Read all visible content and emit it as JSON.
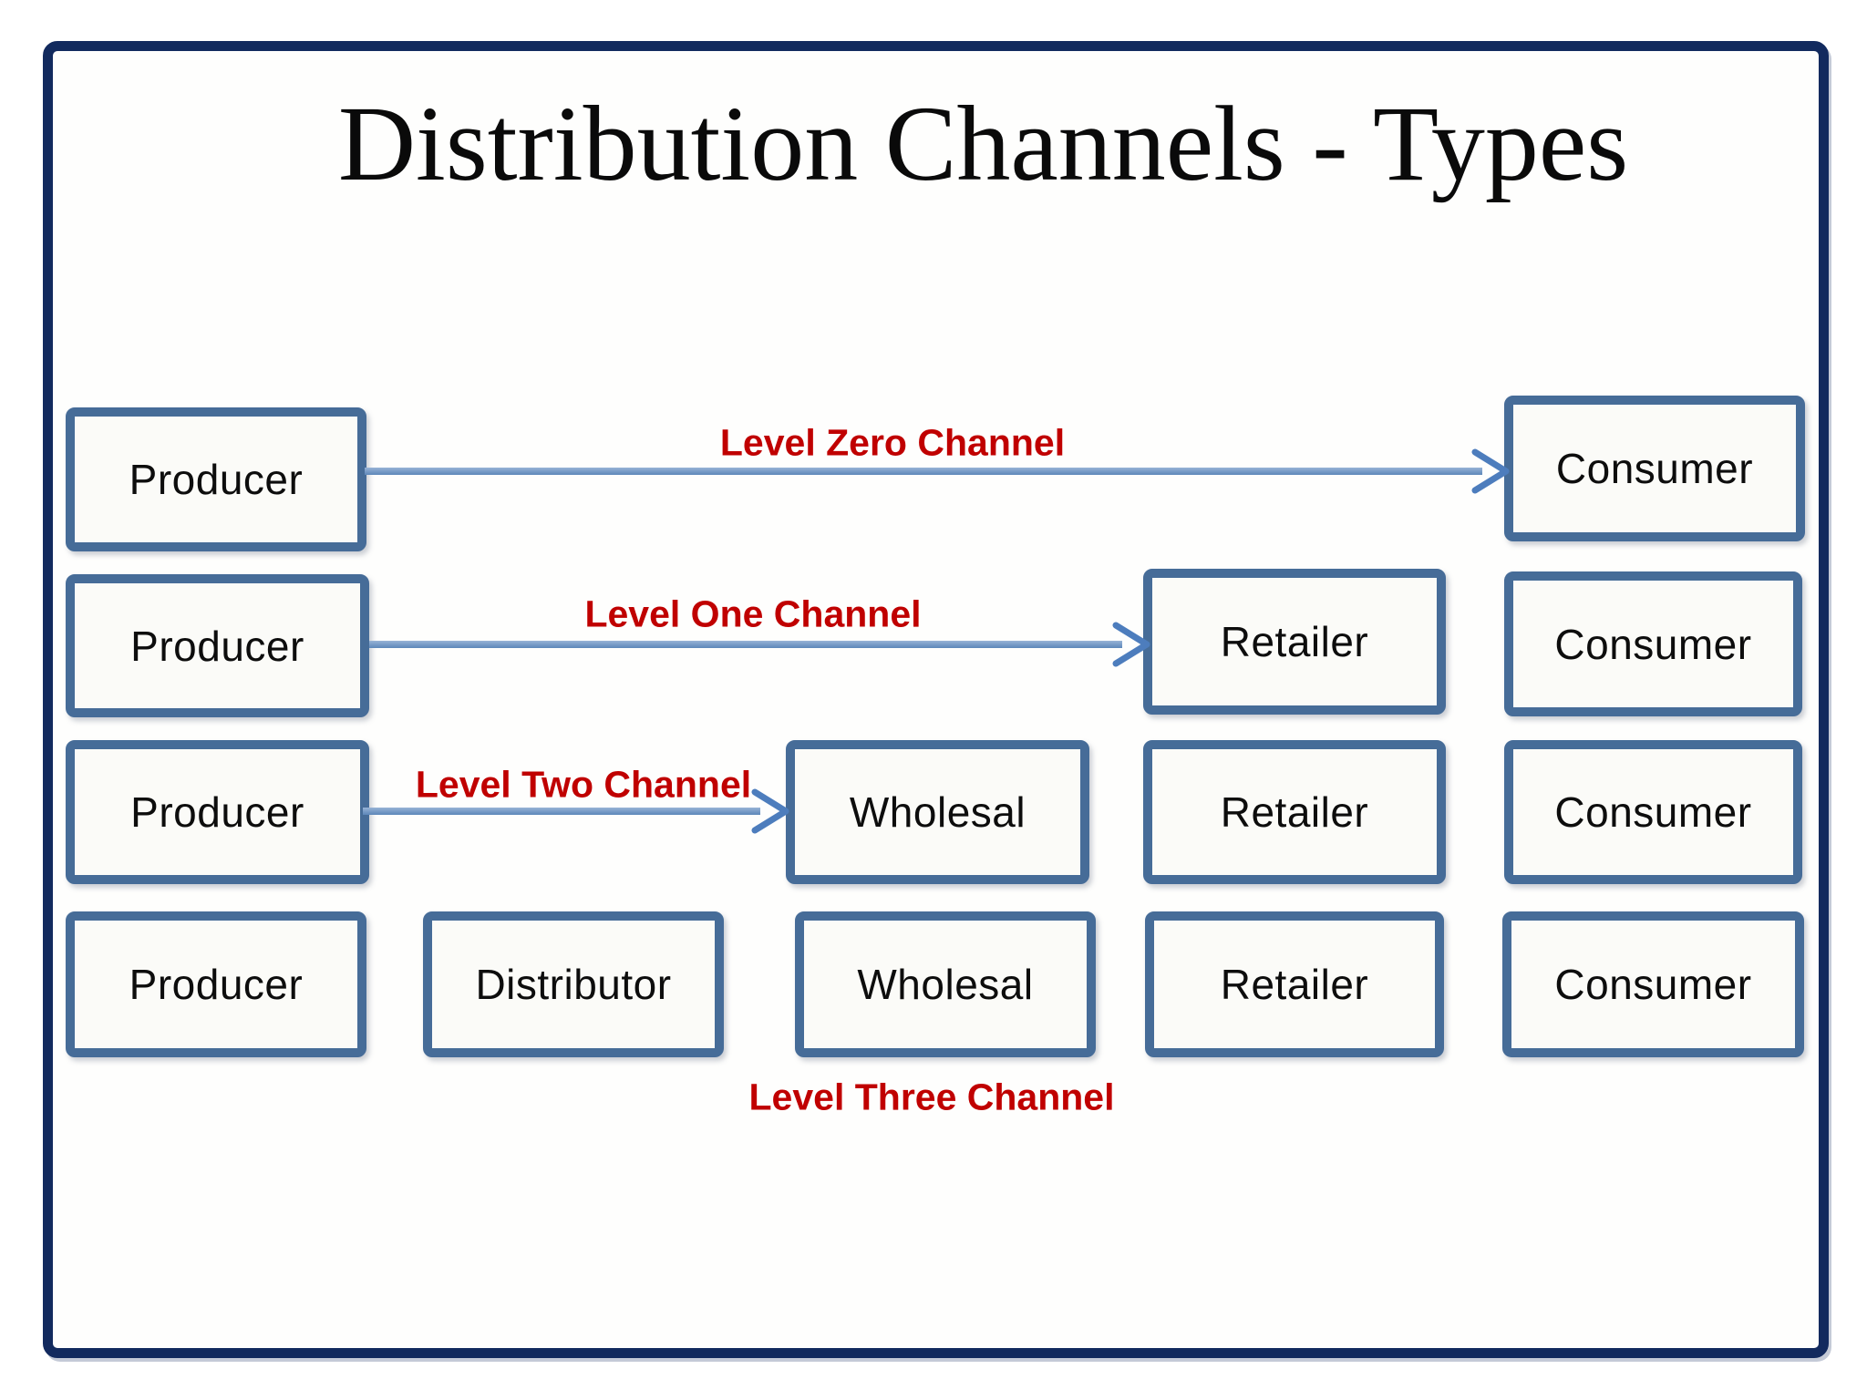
{
  "title": "Distribution Channels - Types",
  "colors": {
    "frame_navy": "#122a5e",
    "box_border_blue": "#466c98",
    "box_fill": "#fbfbf8",
    "arrow_blue": "#4f81bd",
    "label_red": "#c00000"
  },
  "rows": [
    {
      "name": "level-zero",
      "label": "Level Zero Channel",
      "boxes": [
        "Producer",
        "Consumer"
      ]
    },
    {
      "name": "level-one",
      "label": "Level One Channel",
      "boxes": [
        "Producer",
        "Retailer",
        "Consumer"
      ]
    },
    {
      "name": "level-two",
      "label": "Level Two Channel",
      "boxes": [
        "Producer",
        "Wholesal",
        "Retailer",
        "Consumer"
      ]
    },
    {
      "name": "level-three",
      "label": "Level Three Channel",
      "boxes": [
        "Producer",
        "Distributor",
        "Wholesal",
        "Retailer",
        "Consumer"
      ]
    }
  ]
}
